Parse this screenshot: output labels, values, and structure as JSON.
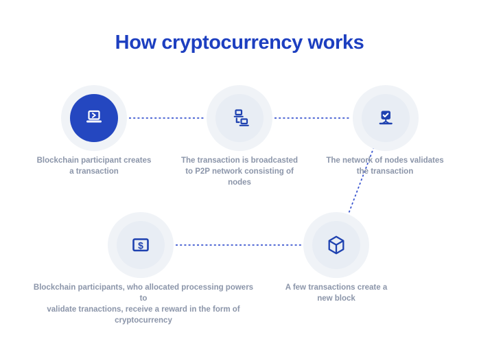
{
  "title": "How cryptocurrency works",
  "colors": {
    "background": "#ffffff",
    "title_blue": "#1d3fc0",
    "icon_blue": "#1f42b0",
    "filled_circle_blue": "#2447c0",
    "halo": "#f0f3f7",
    "inner_circle_light": "#e8edf4",
    "caption_gray": "#8b95a9",
    "connector_blue": "#3a55cf"
  },
  "steps": [
    {
      "icon": "laptop-play-icon",
      "caption": "Blockchain participant creates\na transaction"
    },
    {
      "icon": "p2p-network-icon",
      "caption": "The transaction is broadcasted\nto P2P network consisting of\nnodes"
    },
    {
      "icon": "node-check-icon",
      "caption": "The network of nodes validates\nthe transaction"
    },
    {
      "icon": "dollar-banknote-icon",
      "caption": "Blockchain participants, who allocated processing powers to\nvalidate tranactions, receive a reward in the form of\ncryptocurrency"
    },
    {
      "icon": "cube-block-icon",
      "caption": "A few transactions create a\nnew block"
    }
  ],
  "currency_symbol": "$"
}
